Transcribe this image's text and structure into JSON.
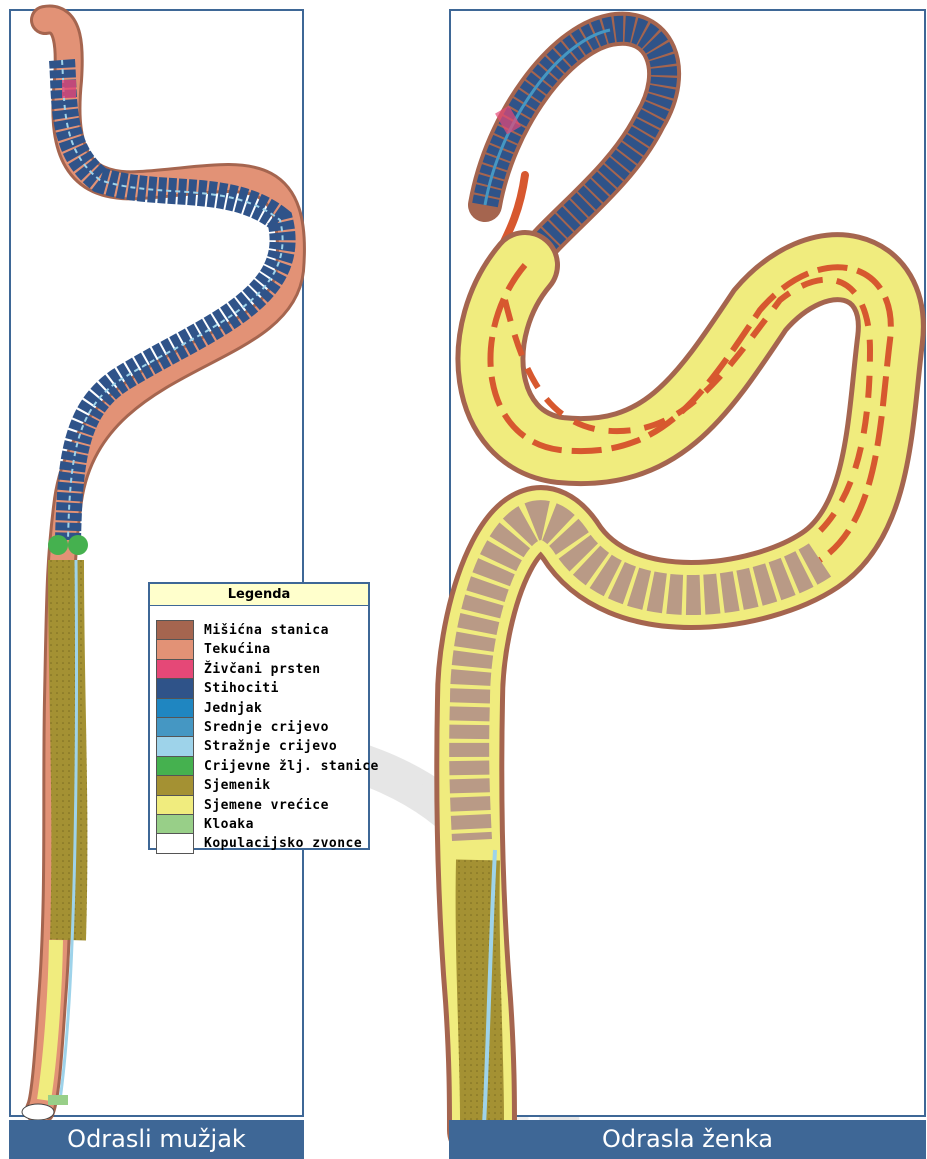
{
  "legend": {
    "title": "Legenda",
    "items": [
      {
        "label": "Mišićna stanica",
        "color": "#a5654f"
      },
      {
        "label": "Tekućina",
        "color": "#e29276"
      },
      {
        "label": "Živčani prsten",
        "color": "#e54877"
      },
      {
        "label": "Stihociti",
        "color": "#2f5389"
      },
      {
        "label": "Jednjak",
        "color": "#1f86c1"
      },
      {
        "label": "Srednje crijevo",
        "color": "#4597c3"
      },
      {
        "label": "Stražnje crijevo",
        "color": "#9ed3ea"
      },
      {
        "label": "Crijevne žlj. stanice",
        "color": "#45b14f"
      },
      {
        "label": "Sjemenik",
        "color": "#a49133"
      },
      {
        "label": "Sjemene vrećice",
        "color": "#f0ec7e"
      },
      {
        "label": "Kloaka",
        "color": "#98cf88"
      },
      {
        "label": "Kopulacijsko zvonce",
        "color": "#ffffff"
      }
    ]
  },
  "captions": {
    "male": "Odrasli mužjak",
    "female": "Odrasla ženka"
  },
  "colors": {
    "panel_border": "#3e6796",
    "caption_bg": "#3e6796",
    "legend_title_bg": "#ffffcc",
    "embryo": "#d7582f"
  }
}
